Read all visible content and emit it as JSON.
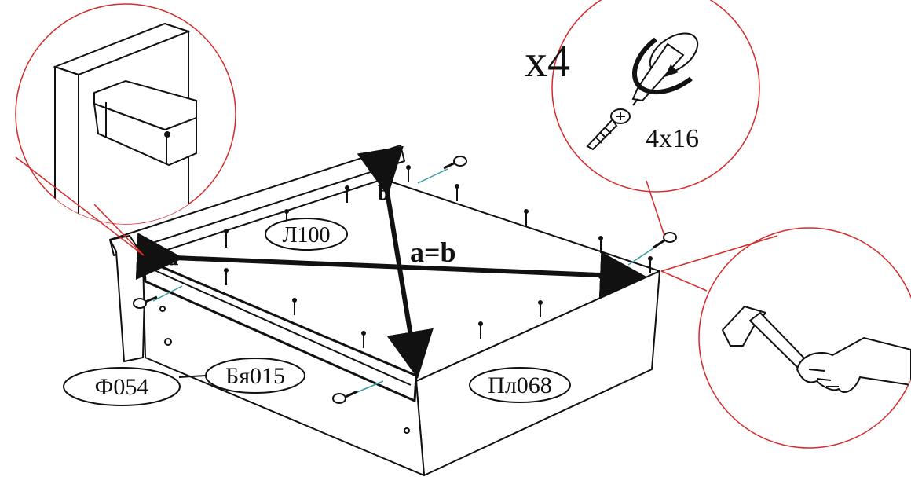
{
  "labels": {
    "part_top": "Л100",
    "part_front_left": "Ф054",
    "part_rail": "Бя015",
    "part_right": "Пл068"
  },
  "diagonals": {
    "label_a": "a",
    "label_b": "b",
    "equation": "a=b"
  },
  "fastener_callout": {
    "quantity": "x4",
    "screw_size": "4x16"
  },
  "colors": {
    "outline": "#111111",
    "callout_circle": "#d42a2a",
    "guide_line": "#3a9aa0"
  },
  "icons": [
    "phillips-screwdriver-icon",
    "rotate-clockwise-icon",
    "screw-icon",
    "hammer-in-hand-icon",
    "nail-icon"
  ]
}
